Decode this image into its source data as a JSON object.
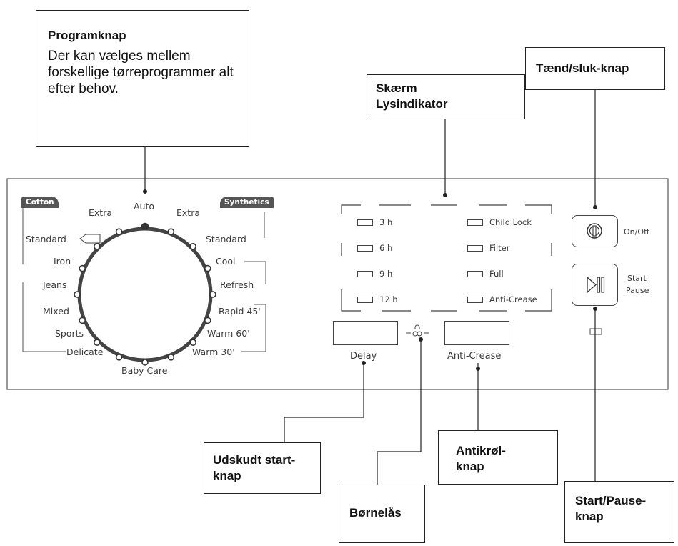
{
  "callouts": {
    "program": {
      "title": "Programknap",
      "description": "Der kan vælges mellem forskellige tørreprogrammer alt efter behov."
    },
    "display": {
      "line1": "Skærm",
      "line2": "Lysindikator"
    },
    "power": {
      "title": "Tænd/sluk-knap"
    },
    "delay": {
      "line1": "Udskudt start-",
      "line2": "knap"
    },
    "childlock": {
      "title": "Børnelås"
    },
    "anticrease": {
      "line1": "Antikrøl-",
      "line2": "knap"
    },
    "startpause": {
      "line1": "Start/Pause-",
      "line2": "knap"
    }
  },
  "dial": {
    "cotton_tag": "Cotton",
    "synthetics_tag": "Synthetics",
    "left_programs": [
      "Extra",
      "Standard",
      "Iron",
      "Jeans",
      "Mixed",
      "Sports",
      "Delicate"
    ],
    "top_program": "Auto",
    "right_programs": [
      "Extra",
      "Standard",
      "Cool",
      "Refresh",
      "Rapid 45'",
      "Warm 60'",
      "Warm 30'"
    ],
    "bottom_program": "Baby Care"
  },
  "display_panel": {
    "left_indicators": [
      "3 h",
      "6 h",
      "9 h",
      "12 h"
    ],
    "right_indicators": [
      "Child Lock",
      "Filter",
      "Full",
      "Anti-Crease"
    ]
  },
  "buttons": {
    "delay_label": "Delay",
    "anticrease_label": "Anti-Crease",
    "onoff_label": "On/Off",
    "start_label": "Start",
    "pause_label": "Pause"
  }
}
